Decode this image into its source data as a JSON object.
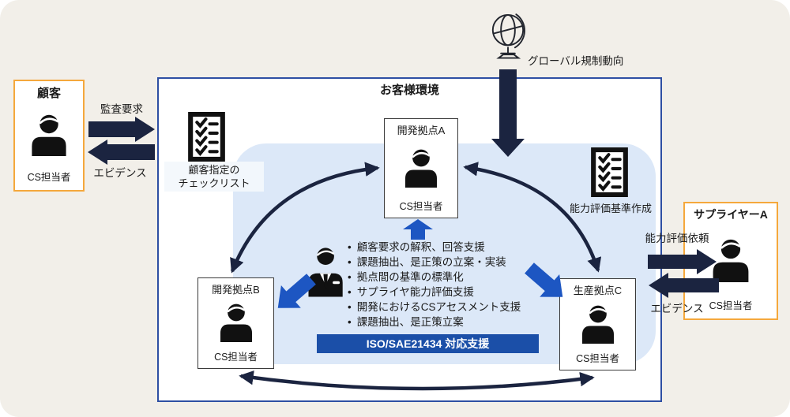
{
  "colors": {
    "background": "#f2efe9",
    "env_border": "#2e4fa3",
    "inner_panel": "#dce8f8",
    "dark_arrow": "#1b2440",
    "blue_arrow": "#1d56c2",
    "banner_bg": "#1b4fa8",
    "orange_border": "#f5a83c"
  },
  "customer": {
    "title": "顧客",
    "role": "CS担当者"
  },
  "customer_flows": {
    "to_env": "監査要求",
    "from_env": "エビデンス"
  },
  "customer_checklist": {
    "line1": "顧客指定の",
    "line2": "チェックリスト"
  },
  "environment": {
    "title": "お客様環境"
  },
  "global_regulation": {
    "label": "グローバル規制動向"
  },
  "capability_standard": {
    "label": "能力評価基準作成"
  },
  "supplier": {
    "title": "サプライヤーA",
    "role": "CS担当者"
  },
  "supplier_flows": {
    "to_supplier": "能力評価依頼",
    "from_supplier": "エビデンス"
  },
  "sites": {
    "dev_a": {
      "title": "開発拠点A",
      "role": "CS担当者"
    },
    "dev_b": {
      "title": "開発拠点B",
      "role": "CS担当者"
    },
    "prod_c": {
      "title": "生産拠点C",
      "role": "CS担当者"
    }
  },
  "support": {
    "items": [
      "顧客要求の解釈、回答支援",
      "課題抽出、是正策の立案・実装",
      "拠点間の基準の標準化",
      "サプライヤ能力評価支援",
      "開発におけるCSアセスメント支援",
      "課題抽出、是正策立案"
    ],
    "banner": "ISO/SAE21434 対応支援"
  }
}
